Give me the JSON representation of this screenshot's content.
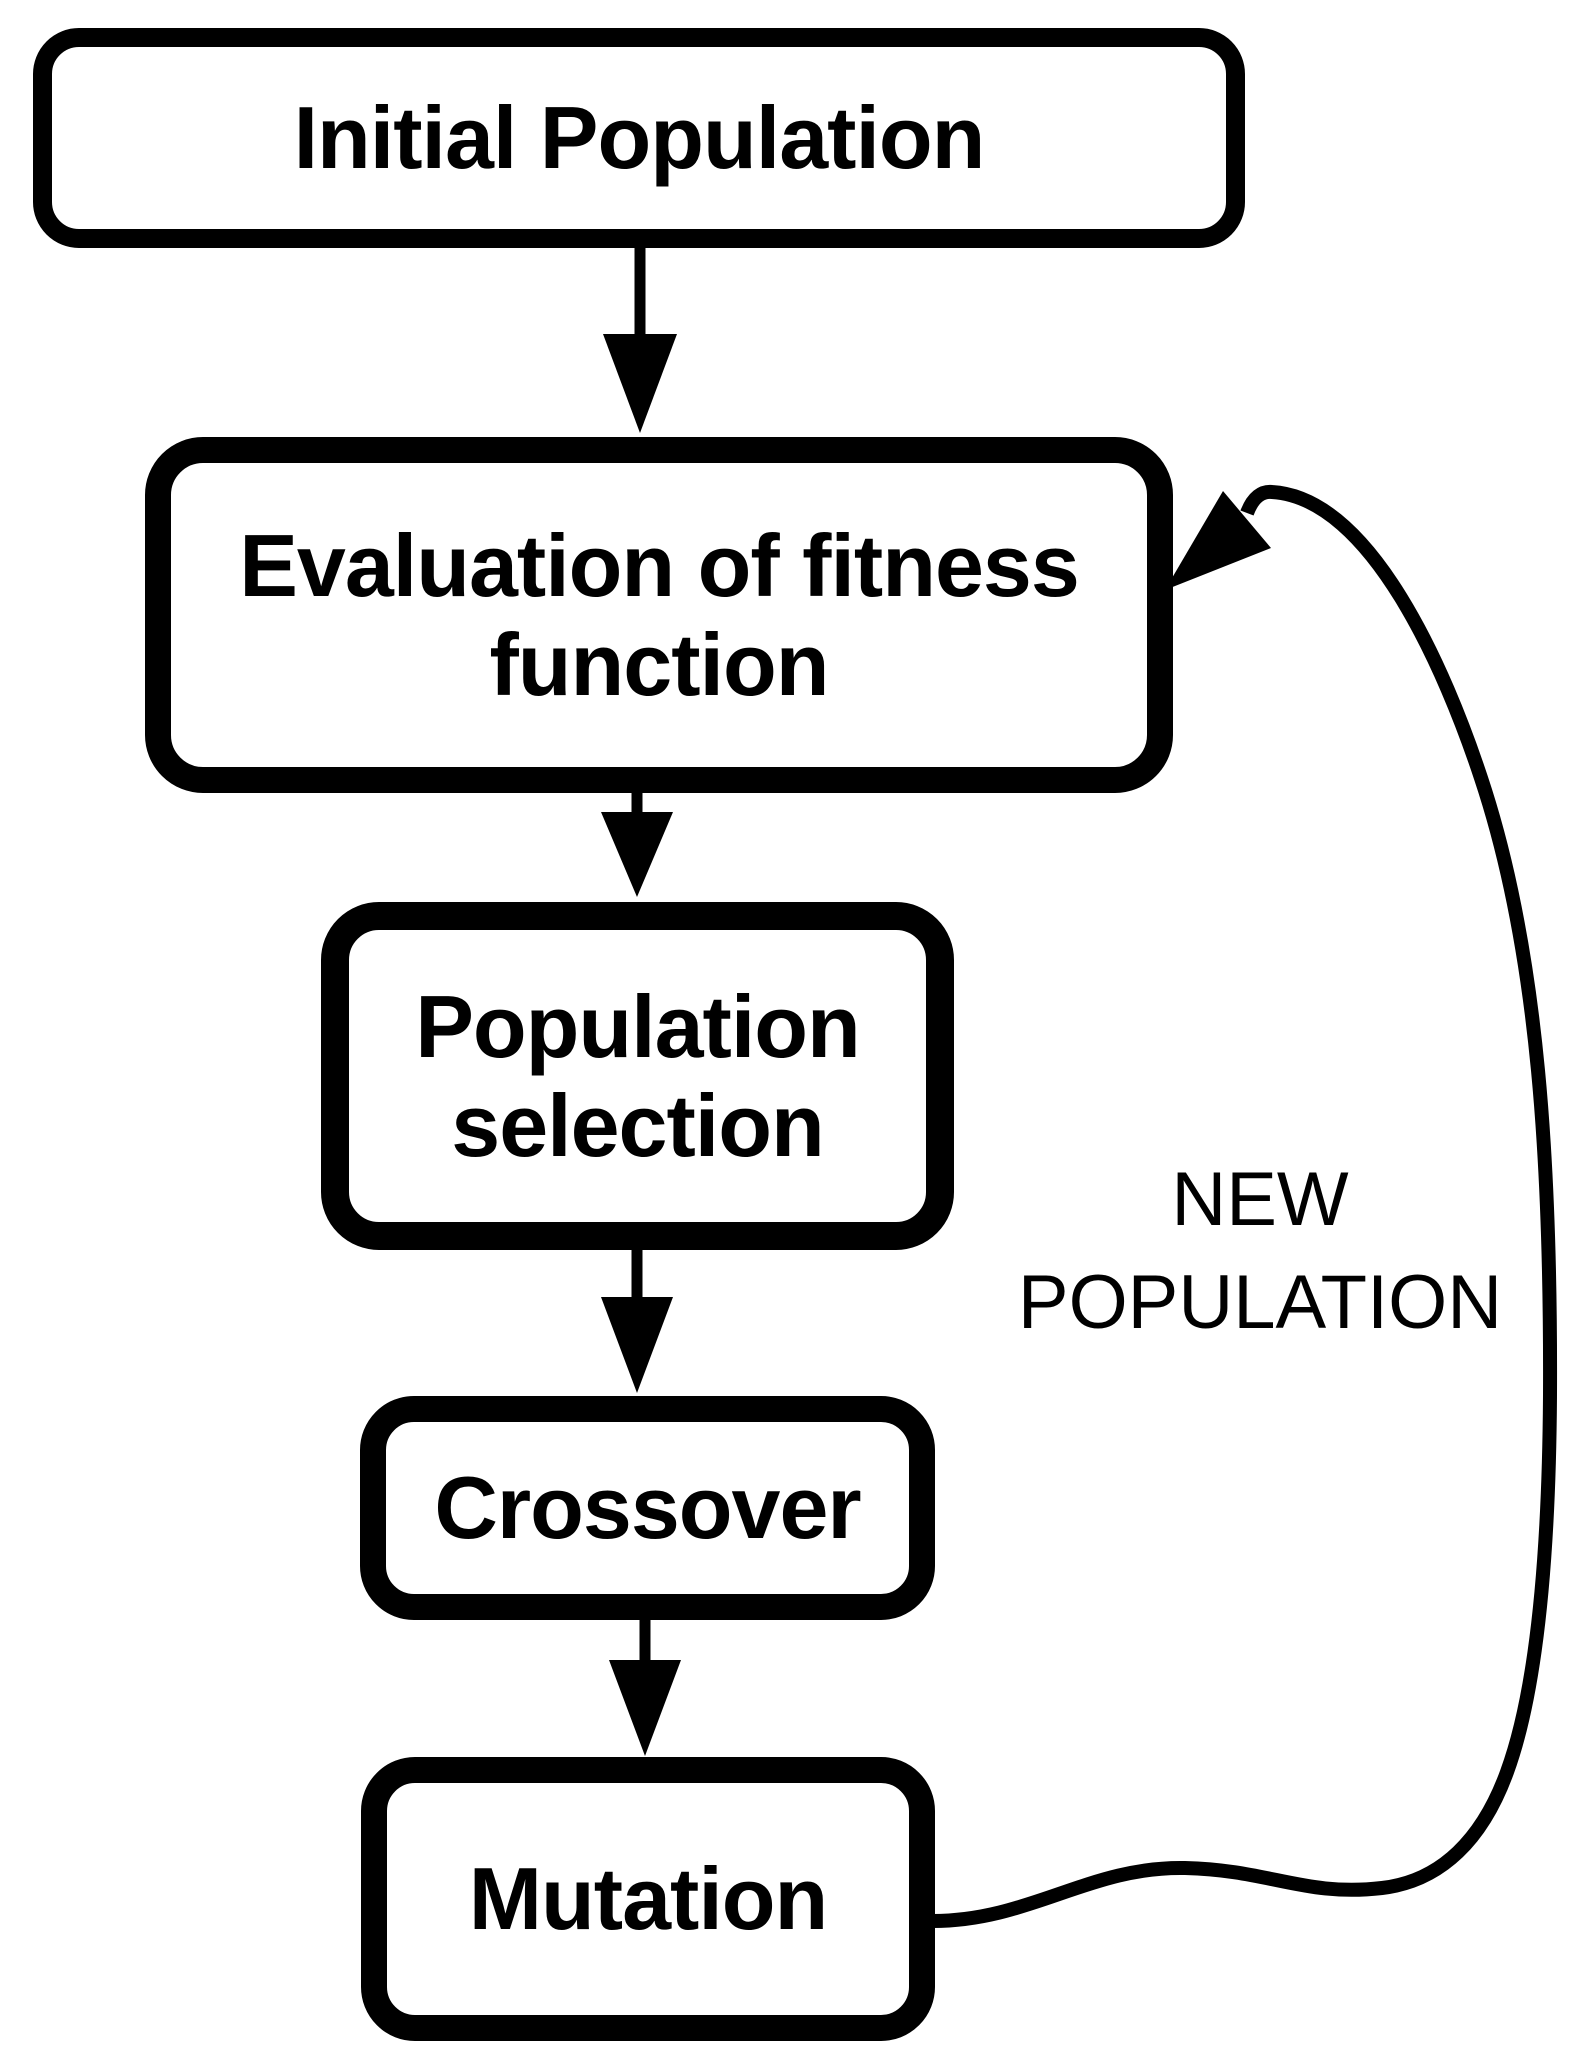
{
  "diagram": {
    "type": "flowchart",
    "background_color": "#ffffff",
    "stroke_color": "#000000",
    "nodes": [
      {
        "id": "initial-population",
        "label": "Initial Population"
      },
      {
        "id": "evaluation-of-fitness-function",
        "label": "Evaluation of fitness\nfunction"
      },
      {
        "id": "population-selection",
        "label": "Population\nselection"
      },
      {
        "id": "crossover",
        "label": "Crossover"
      },
      {
        "id": "mutation",
        "label": "Mutation"
      }
    ],
    "edges": [
      {
        "from": "initial-population",
        "to": "evaluation-of-fitness-function",
        "label": ""
      },
      {
        "from": "evaluation-of-fitness-function",
        "to": "population-selection",
        "label": ""
      },
      {
        "from": "population-selection",
        "to": "crossover",
        "label": ""
      },
      {
        "from": "crossover",
        "to": "mutation",
        "label": ""
      },
      {
        "from": "mutation",
        "to": "evaluation-of-fitness-function",
        "label": "NEW\nPOPULATION"
      }
    ],
    "loop_label": "NEW\nPOPULATION"
  }
}
